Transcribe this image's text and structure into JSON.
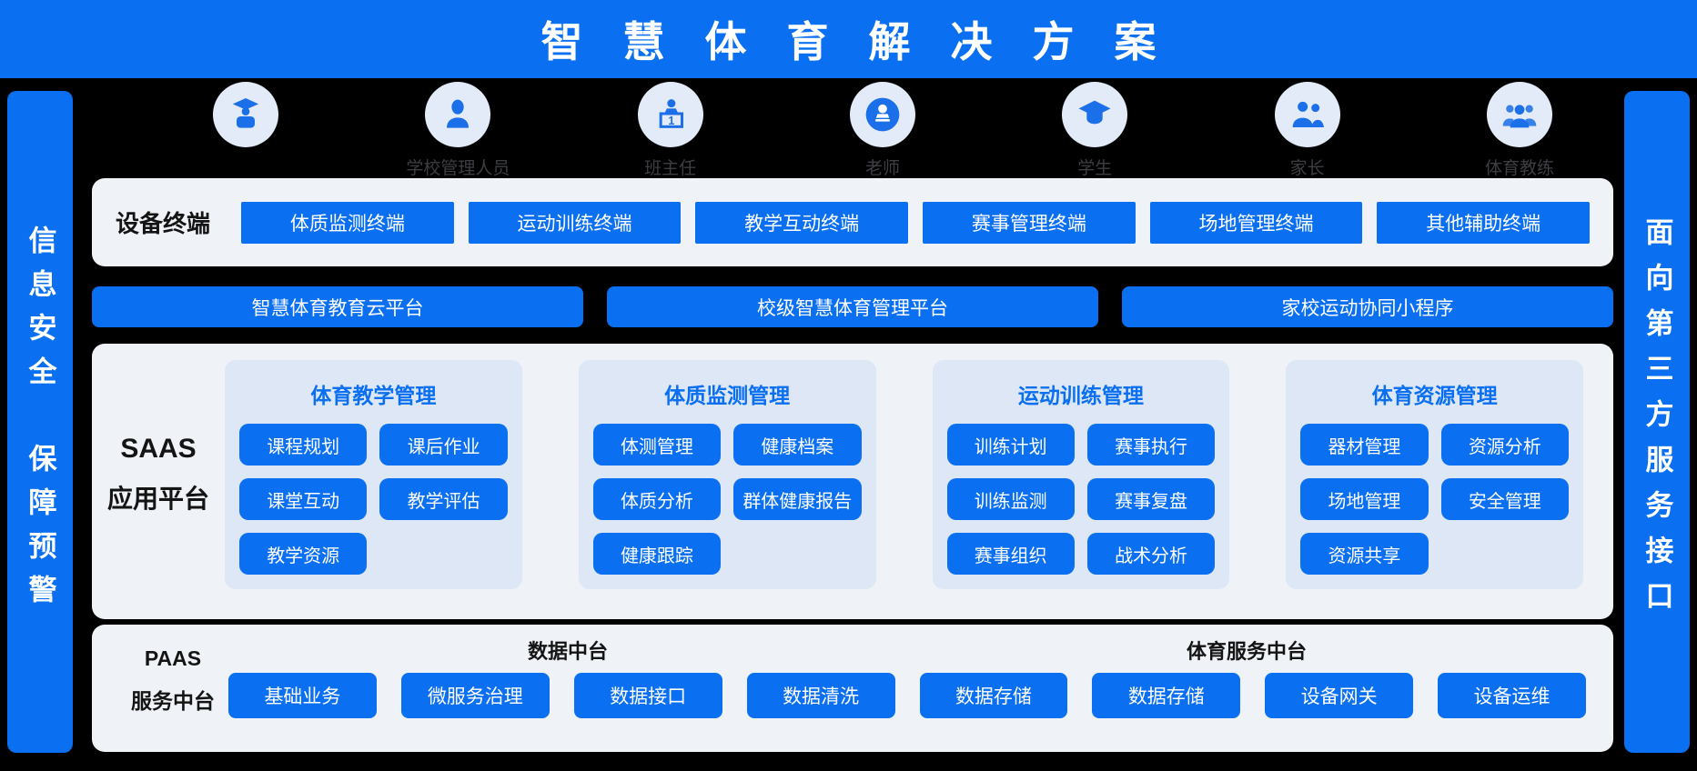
{
  "colors": {
    "accent": "#0a6ff0",
    "panel": "#eff2f6",
    "group_bg": "#dee7f6",
    "circle_bg": "#e3eaf8",
    "icon_blue": "#1b6fe8",
    "label_gray": "#3d3e43",
    "text_dark": "#141414"
  },
  "header": {
    "title": "智慧体育解决方案"
  },
  "sidebars": {
    "left_top": "信息安全",
    "left_bottom": "保障预警",
    "right": "面向第三方服务接口"
  },
  "roles": {
    "items": [
      {
        "icon": "graduate-person-icon",
        "label": ""
      },
      {
        "icon": "person-icon",
        "label": "学校管理人员"
      },
      {
        "icon": "teacher-desk-icon",
        "label": "班主任"
      },
      {
        "icon": "teacher-podium-icon",
        "label": "老师"
      },
      {
        "icon": "graduation-cap-icon",
        "label": "学生"
      },
      {
        "icon": "parents-icon",
        "label": "家长"
      },
      {
        "icon": "coach-group-icon",
        "label": "体育教练"
      }
    ]
  },
  "device": {
    "label": "设备终端",
    "buttons": [
      "体质监测终端",
      "运动训练终端",
      "教学互动终端",
      "赛事管理终端",
      "场地管理终端",
      "其他辅助终端"
    ]
  },
  "platforms": [
    "智慧体育教育云平台",
    "校级智慧体育管理平台",
    "家校运动协同小程序"
  ],
  "saas": {
    "label_line1": "SAAS",
    "label_line2": "应用平台",
    "groups": [
      {
        "title": "体育教学管理",
        "items": [
          "课程规划",
          "课后作业",
          "课堂互动",
          "教学评估",
          "教学资源"
        ]
      },
      {
        "title": "体质监测管理",
        "items": [
          "体测管理",
          "健康档案",
          "体质分析",
          "群体健康报告",
          "健康跟踪"
        ]
      },
      {
        "title": "运动训练管理",
        "items": [
          "训练计划",
          "赛事执行",
          "训练监测",
          "赛事复盘",
          "赛事组织",
          "战术分析"
        ]
      },
      {
        "title": "体育资源管理",
        "items": [
          "器材管理",
          "资源分析",
          "场地管理",
          "安全管理",
          "资源共享"
        ]
      }
    ]
  },
  "paas": {
    "label_line1": "PAAS",
    "label_line2": "服务中台",
    "headers": [
      "数据中台",
      "体育服务中台"
    ],
    "buttons": [
      "基础业务",
      "微服务治理",
      "数据接口",
      "数据清洗",
      "数据存储",
      "数据存储",
      "设备网关",
      "设备运维"
    ]
  }
}
